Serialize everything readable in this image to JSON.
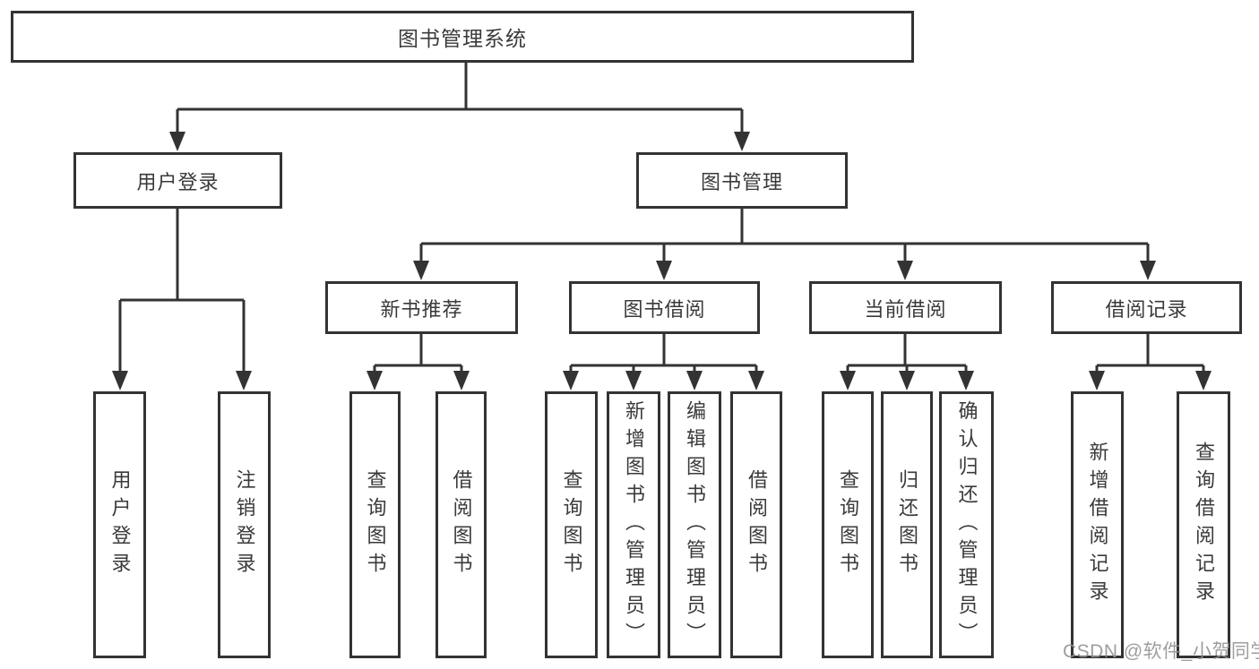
{
  "diagram": {
    "root": {
      "label": "图书管理系统"
    },
    "branches": {
      "user_login": {
        "label": "用户登录"
      },
      "book_mgmt": {
        "label": "图书管理"
      },
      "new_book": {
        "label": "新书推荐"
      },
      "book_borrow": {
        "label": "图书借阅"
      },
      "current_borrow": {
        "label": "当前借阅"
      },
      "borrow_record": {
        "label": "借阅记录"
      }
    },
    "leaves": {
      "user_login": "用户登录",
      "logout": "注销登录",
      "newbook_query": "查询图书",
      "newbook_borrow": "借阅图书",
      "borrow_query": "查询图书",
      "borrow_add": "新增图书（管理员）",
      "borrow_edit": "编辑图书（管理员）",
      "borrow_borrow": "借阅图书",
      "current_query": "查询图书",
      "current_return": "归还图书",
      "current_confirm": "确认归还（管理员）",
      "record_add": "新增借阅记录",
      "record_query": "查询借阅记录"
    }
  },
  "watermark": "CSDN @软件_小贺同学",
  "colors": {
    "line": "#333333",
    "text": "#3a3a3a",
    "watermark": "#949494"
  }
}
